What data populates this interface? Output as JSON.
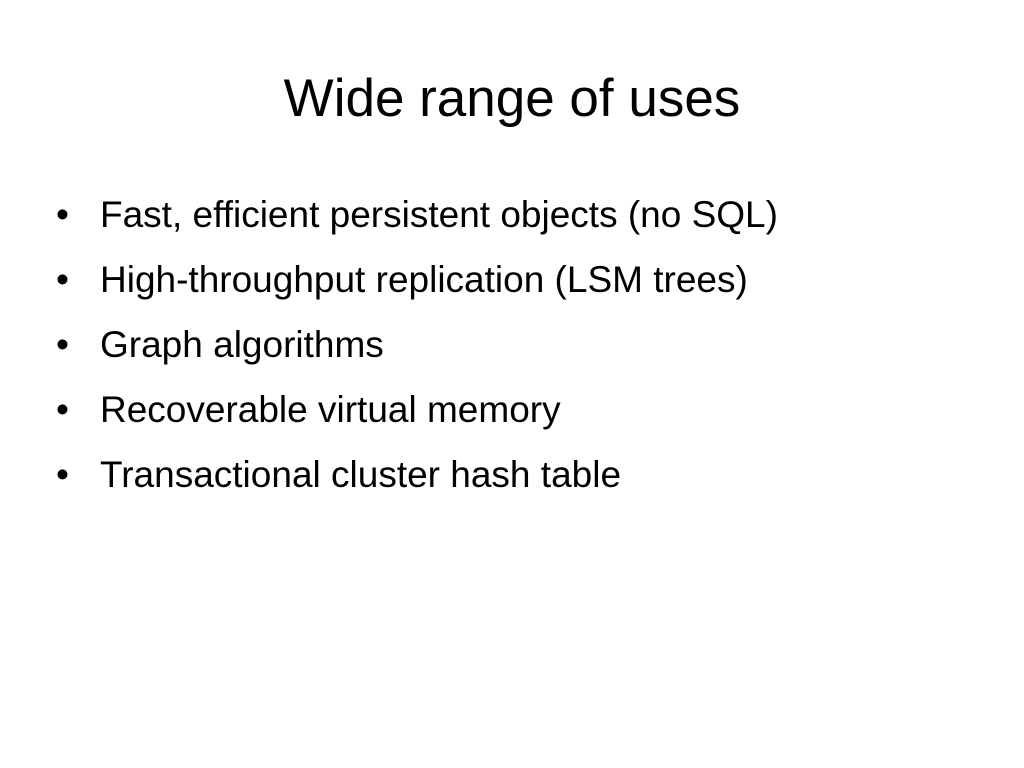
{
  "slide": {
    "title": "Wide range of uses",
    "bullet_glyph": "•",
    "bullets": [
      {
        "text": "Fast, efficient persistent objects (no SQL)"
      },
      {
        "text": "High-throughput replication (LSM trees)"
      },
      {
        "text": "Graph algorithms"
      },
      {
        "text": "Recoverable virtual memory"
      },
      {
        "text": "Transactional cluster hash table"
      }
    ]
  }
}
